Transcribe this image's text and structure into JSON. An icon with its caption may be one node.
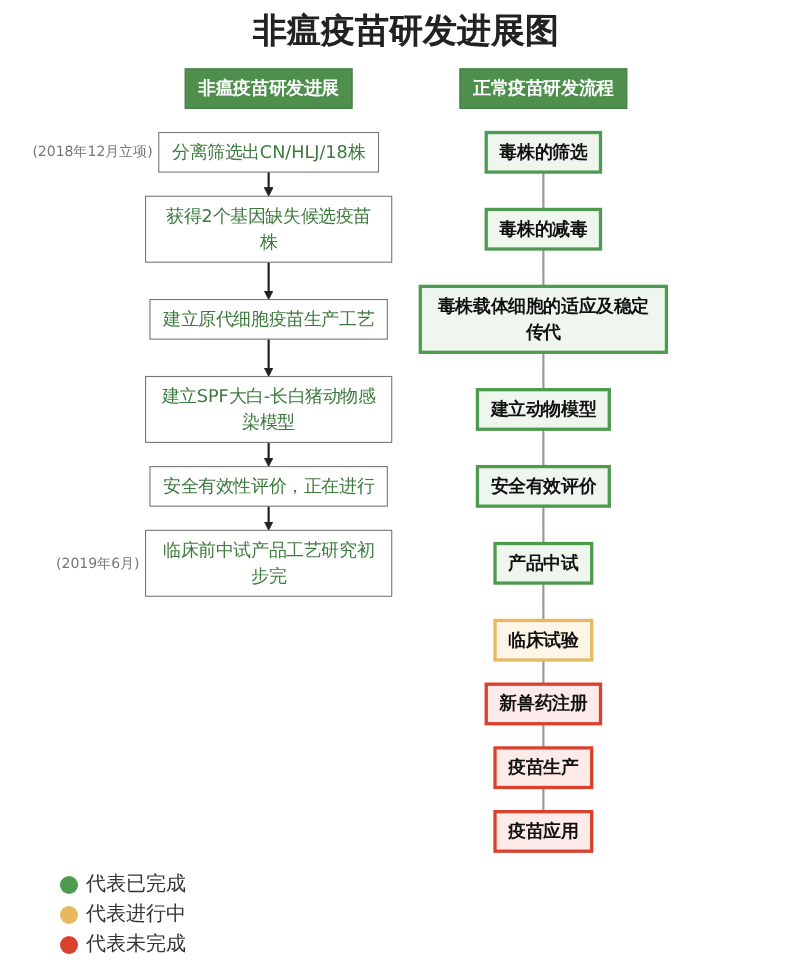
{
  "diagram": {
    "title": "非瘟疫苗研发进展图",
    "nodes": [
      {
        "text": [
          "非瘟疫苗研发进展"
        ]
      },
      {
        "text": [
          "分离筛选出CN/HLJ/18株"
        ],
        "beside": [
          "(2018年12月立项)"
        ]
      },
      {
        "text": [
          "获得2个基因缺失候选疫苗株"
        ]
      },
      {
        "text": [
          "建立原代细胞疫苗生产工艺"
        ]
      },
      {
        "text": [
          "建立SPF大白-长白猪动物感染模型"
        ]
      },
      {
        "text": [
          "安全有效性评价，正在进行"
        ]
      },
      {
        "text": [
          "临床前中试产品工艺研究初步完"
        ],
        "beside": [
          "(2019年6月)"
        ]
      },
      {
        "text": [
          "正常疫苗研发流程"
        ]
      },
      {
        "text": [
          "毒株的筛选"
        ]
      },
      {
        "text": [
          "毒株的减毒"
        ]
      },
      {
        "text": [
          "毒株载体细胞的适应及稳定传代"
        ]
      },
      {
        "text": [
          "建立动物模型"
        ]
      },
      {
        "text": [
          "安全有效评价"
        ]
      },
      {
        "text": [
          "产品中试"
        ]
      },
      {
        "text": [
          "临床试验"
        ]
      },
      {
        "text": [
          "新兽药注册"
        ]
      },
      {
        "text": [
          "疫苗生产"
        ]
      },
      {
        "text": [
          "疫苗应用"
        ]
      }
    ],
    "edges": [
      {
        "from": 1,
        "to": 2,
        "arrow": "to",
        "color": "#222222"
      },
      {
        "from": 2,
        "to": 3,
        "arrow": "to",
        "color": "#222222"
      },
      {
        "from": 3,
        "to": 4,
        "arrow": "to",
        "color": "#222222"
      },
      {
        "from": 4,
        "to": 5,
        "arrow": "to",
        "color": "#222222"
      },
      {
        "from": 5,
        "to": 6,
        "arrow": "to",
        "color": "#222222"
      },
      {
        "from": 8,
        "to": 9,
        "arrow": "none"
      },
      {
        "from": 9,
        "to": 10,
        "arrow": "none"
      },
      {
        "from": 10,
        "to": 11,
        "arrow": "none"
      },
      {
        "from": 11,
        "to": 12,
        "arrow": "none"
      },
      {
        "from": 12,
        "to": 13,
        "arrow": "none"
      },
      {
        "from": 13,
        "to": 14,
        "arrow": "none"
      },
      {
        "from": 14,
        "to": 15,
        "arrow": "none"
      },
      {
        "from": 15,
        "to": 16,
        "arrow": "none"
      },
      {
        "from": 16,
        "to": 17,
        "arrow": "none"
      }
    ],
    "legend": [
      {
        "text": "代表已完成",
        "color": "#4e9a4e"
      },
      {
        "text": "代表进行中",
        "color": "#e8b860"
      },
      {
        "text": "代表未完成",
        "color": "#d9402e"
      }
    ]
  }
}
